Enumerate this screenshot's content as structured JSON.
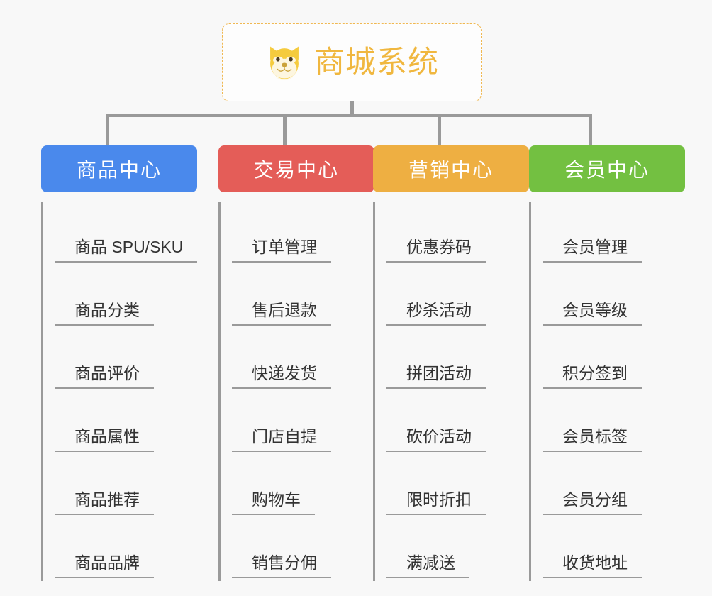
{
  "page": {
    "background_color": "#f8f8f8",
    "type": "mind-map"
  },
  "root": {
    "title": "商城系统",
    "icon": "dog-face-emoji",
    "text_color": "#f0b73f",
    "border_color": "#f0b851",
    "background_color": "#fdfdfd"
  },
  "connector": {
    "color": "#9a9a9a"
  },
  "branches": [
    {
      "label": "商品中心",
      "color": "#4a89ec",
      "items": [
        "商品 SPU/SKU",
        "商品分类",
        "商品评价",
        "商品属性",
        "商品推荐",
        "商品品牌"
      ]
    },
    {
      "label": "交易中心",
      "color": "#e45d58",
      "items": [
        "订单管理",
        "售后退款",
        "快递发货",
        "门店自提",
        "购物车",
        "销售分佣"
      ]
    },
    {
      "label": "营销中心",
      "color": "#eeaf42",
      "items": [
        "优惠券码",
        "秒杀活动",
        "拼团活动",
        "砍价活动",
        "限时折扣",
        "满减送"
      ]
    },
    {
      "label": "会员中心",
      "color": "#73c041",
      "items": [
        "会员管理",
        "会员等级",
        "积分签到",
        "会员标签",
        "会员分组",
        "收货地址"
      ]
    }
  ]
}
